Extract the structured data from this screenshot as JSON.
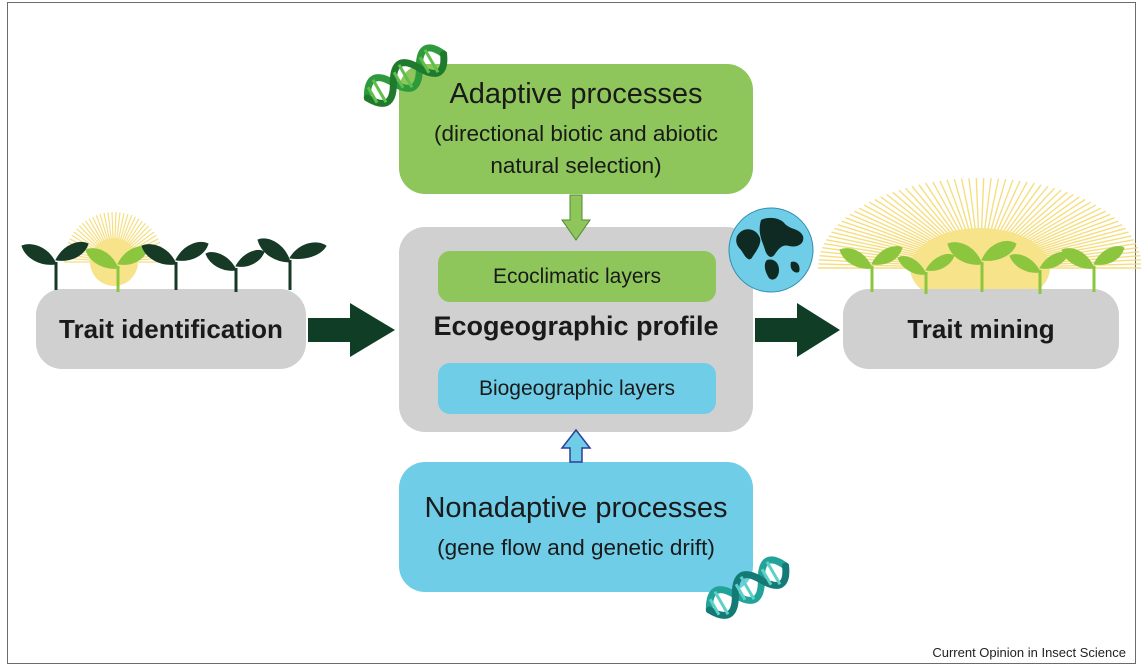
{
  "adaptive": {
    "title": "Adaptive processes",
    "subtitle_line1": "(directional biotic and abiotic",
    "subtitle_line2": "natural selection)"
  },
  "nonadaptive": {
    "title": "Nonadaptive processes",
    "subtitle": "(gene flow and genetic drift)"
  },
  "center": {
    "title": "Ecogeographic profile",
    "eco_layer": "Ecoclimatic layers",
    "bio_layer": "Biogeographic layers"
  },
  "left_box": {
    "label": "Trait identification"
  },
  "right_box": {
    "label": "Trait mining"
  },
  "footer": "Current Opinion in Insect Science",
  "colors": {
    "green": "#8fc65b",
    "blue": "#6fcde8",
    "gray": "#d0d0d0",
    "dark_green_arrow": "#0f3d26",
    "leaf_dark": "#173a26",
    "leaf_light": "#8cc63f",
    "sun": "#f4d96b"
  },
  "icons": [
    "dna-helix-icon",
    "globe-icon",
    "seedling-icon",
    "sunburst-icon"
  ]
}
